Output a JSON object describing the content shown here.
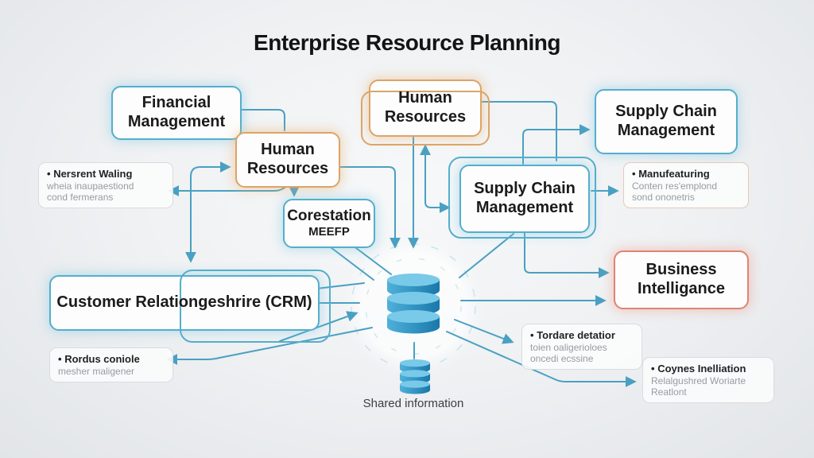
{
  "title": "Enterprise Resource Planning",
  "ui": {
    "bullet": "•"
  },
  "colors": {
    "accent_teal": "#55aecb",
    "accent_orange": "#dca468",
    "accent_red": "#e08373",
    "connector": "#4aa0c2",
    "database_blue": "#2d8fbf"
  },
  "boxes": {
    "financial": {
      "label": "Financial Management"
    },
    "hr_top": {
      "label": "Human Resources"
    },
    "hr_mid": {
      "label": "Human Resources"
    },
    "scm_top": {
      "label": "Supply Chain Management"
    },
    "scm_mid": {
      "label": "Supply Chain Management"
    },
    "corestation": {
      "title": "Corestation",
      "subtitle": "MEEFP"
    },
    "crm": {
      "label": "Customer Relationgeshrire (CRM)"
    },
    "business_intelligence": {
      "label": "Business Intelligance"
    }
  },
  "notes": {
    "nersrent": {
      "title": "Nersrent Waling",
      "line1": "wheia inaupaestiond",
      "line2": "cond fermerans"
    },
    "manufacturing": {
      "title": "Manufeaturing",
      "line1": "Conten res'emplond",
      "line2": "sond ononetris"
    },
    "rordus": {
      "title": "Rordus coniole",
      "line1": "mesher maligener"
    },
    "tordare": {
      "title": "Tordare detatior",
      "line1": "toien oaligerioloes",
      "line2": "oncedi ecssine"
    },
    "coynes": {
      "title": "Coynes Inelliation",
      "line1": "Relalgushred Woriarte",
      "line2": "Reatlont"
    }
  },
  "center": {
    "icon": "database-icon",
    "caption": "Shared information"
  }
}
